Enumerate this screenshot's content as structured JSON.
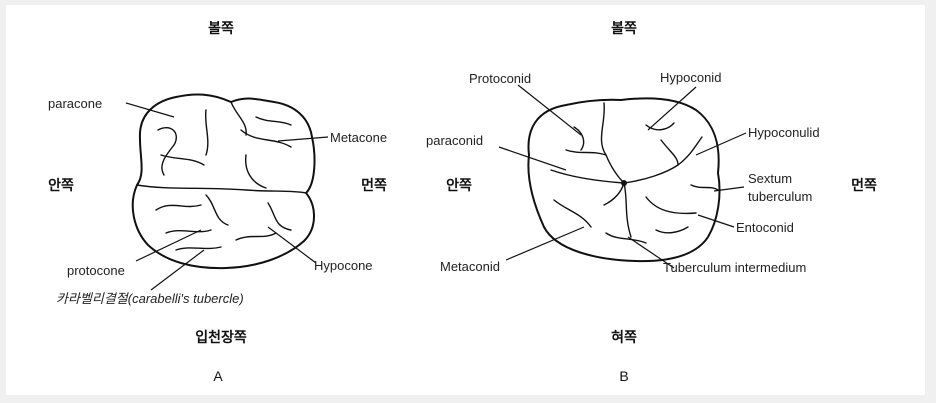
{
  "panel_a": {
    "top": "볼쪽",
    "left": "안쪽",
    "right": "먼쪽",
    "bottom": "입천장쪽",
    "caption": "A",
    "labels": {
      "paracone": "paracone",
      "metacone": "Metacone",
      "protocone": "protocone",
      "hypocone": "Hypocone",
      "carabelli": "카라벨리결절(carabelli's tubercle)"
    }
  },
  "panel_b": {
    "top": "볼쪽",
    "left": "안쪽",
    "right": "먼쪽",
    "bottom": "혀쪽",
    "caption": "B",
    "labels": {
      "protoconid": "Protoconid",
      "hypoconid": "Hypoconid",
      "paraconid": "paraconid",
      "hypoconulid": "Hypoconulid",
      "sextum_line1": "Sextum",
      "sextum_line2": "tuberculum",
      "entoconid": "Entoconid",
      "metaconid": "Metaconid",
      "tuberculum_intermedium": "Tuberculum intermedium"
    }
  }
}
